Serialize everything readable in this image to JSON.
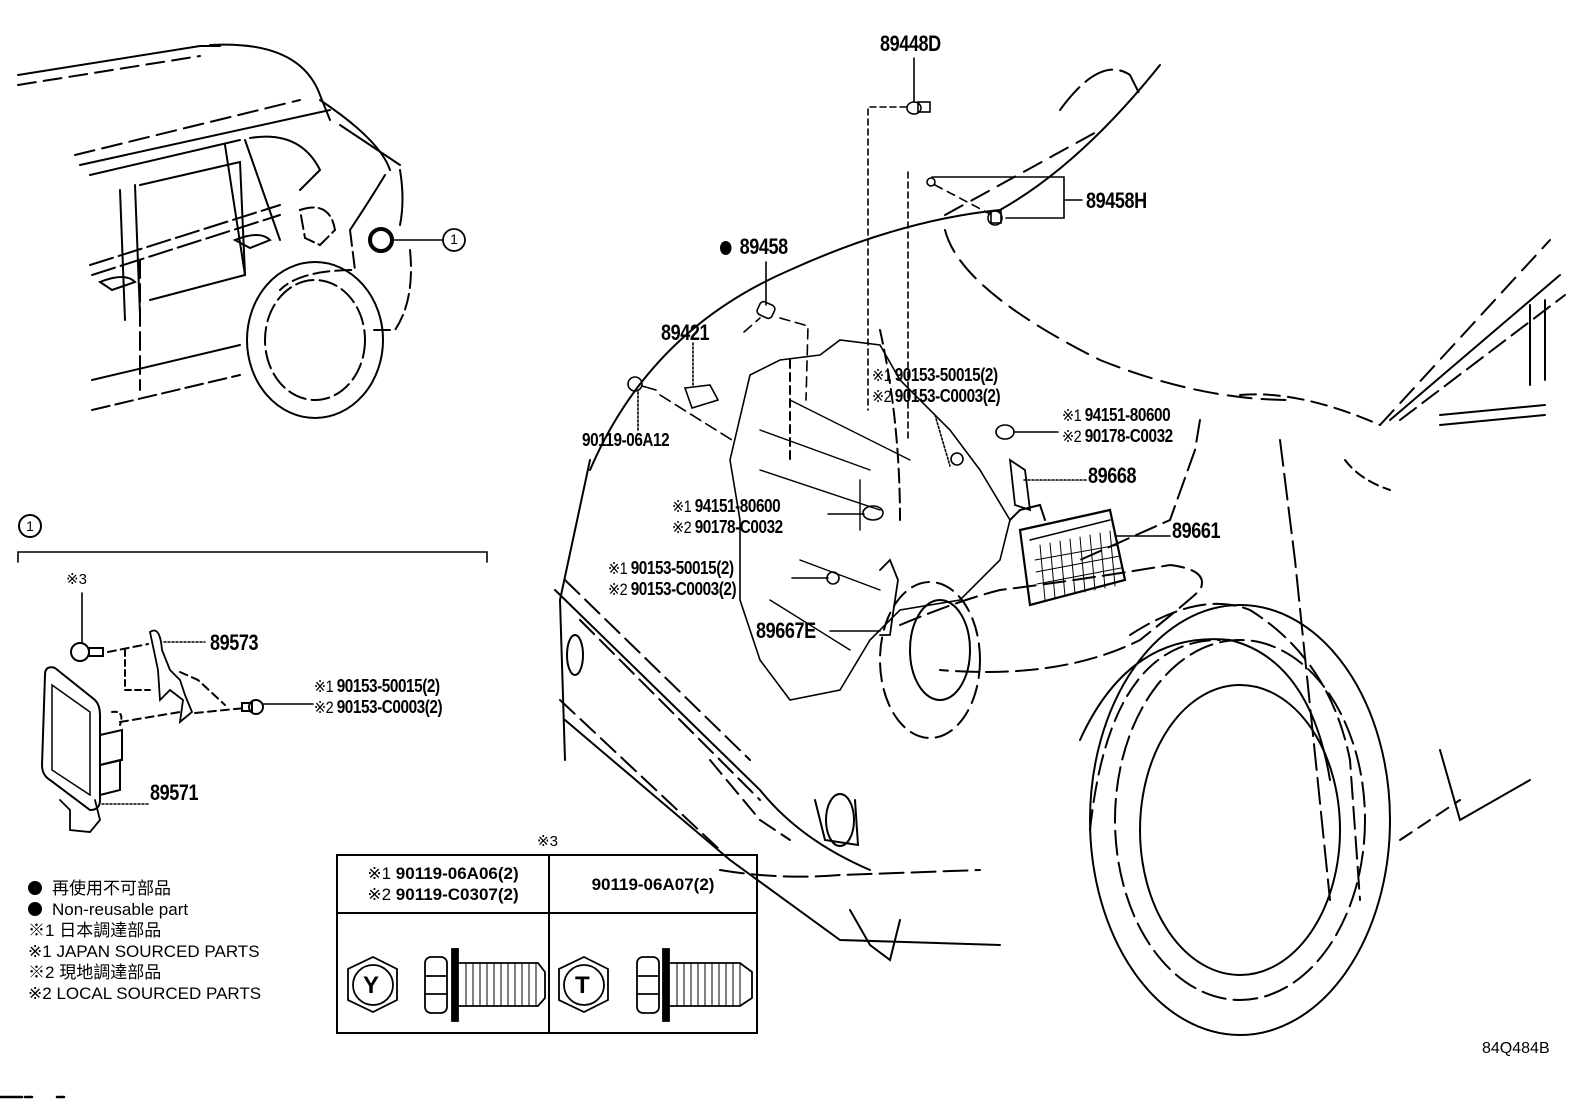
{
  "diagram": {
    "title": "Toyota parts diagram - radar / camera sensor & bracket assembly",
    "drawing_code": "84Q484B",
    "callout_ref": "1",
    "main_view": {
      "labels": [
        {
          "id": "p89448D",
          "text": "89448D"
        },
        {
          "id": "p89458H",
          "text": "89458H"
        },
        {
          "id": "p89458",
          "text": "89458",
          "nonreusable": true
        },
        {
          "id": "p89421",
          "text": "89421"
        },
        {
          "id": "p90119_06A12",
          "text": "90119-06A12"
        },
        {
          "id": "p_upper_bolt",
          "lines": [
            {
              "mark": "※1",
              "text": "90153-50015(2)"
            },
            {
              "mark": "※2",
              "text": "90153-C0003(2)"
            }
          ]
        },
        {
          "id": "p_right_nut",
          "lines": [
            {
              "mark": "※1",
              "text": "94151-80600"
            },
            {
              "mark": "※2",
              "text": "90178-C0032"
            }
          ]
        },
        {
          "id": "p89668",
          "text": "89668"
        },
        {
          "id": "p89661",
          "text": "89661"
        },
        {
          "id": "p_mid_nut",
          "lines": [
            {
              "mark": "※1",
              "text": "94151-80600"
            },
            {
              "mark": "※2",
              "text": "90178-C0032"
            }
          ]
        },
        {
          "id": "p_lower_bolt",
          "lines": [
            {
              "mark": "※1",
              "text": "90153-50015(2)"
            },
            {
              "mark": "※2",
              "text": "90153-C0003(2)"
            }
          ]
        },
        {
          "id": "p89667E",
          "text": "89667E"
        }
      ]
    },
    "detail_view": {
      "ref": "1",
      "labels": [
        {
          "id": "d_bolt",
          "text": "※3"
        },
        {
          "id": "d89573",
          "text": "89573"
        },
        {
          "id": "d_bolt2",
          "lines": [
            {
              "mark": "※1",
              "text": "90153-50015(2)"
            },
            {
              "mark": "※2",
              "text": "90153-C0003(2)"
            }
          ]
        },
        {
          "id": "d89571",
          "text": "89571"
        }
      ]
    },
    "bolt_table": {
      "title": "※3",
      "columns": [
        {
          "lines": [
            {
              "mark": "※1",
              "text": "90119-06A06(2)"
            },
            {
              "mark": "※2",
              "text": "90119-C0307(2)"
            }
          ],
          "head_letter": "Y"
        },
        {
          "lines": [
            {
              "mark": "",
              "text": "90119-06A07(2)"
            }
          ],
          "head_letter": "T"
        }
      ]
    },
    "legend": [
      {
        "symbol": "●",
        "text": "再使用不可部品"
      },
      {
        "symbol": "●",
        "text": "Non-reusable part"
      },
      {
        "symbol": "※1",
        "text": "日本調達部品"
      },
      {
        "symbol": "※1",
        "text": "JAPAN SOURCED PARTS"
      },
      {
        "symbol": "※2",
        "text": "現地調達部品"
      },
      {
        "symbol": "※2",
        "text": "LOCAL SOURCED PARTS"
      }
    ]
  }
}
